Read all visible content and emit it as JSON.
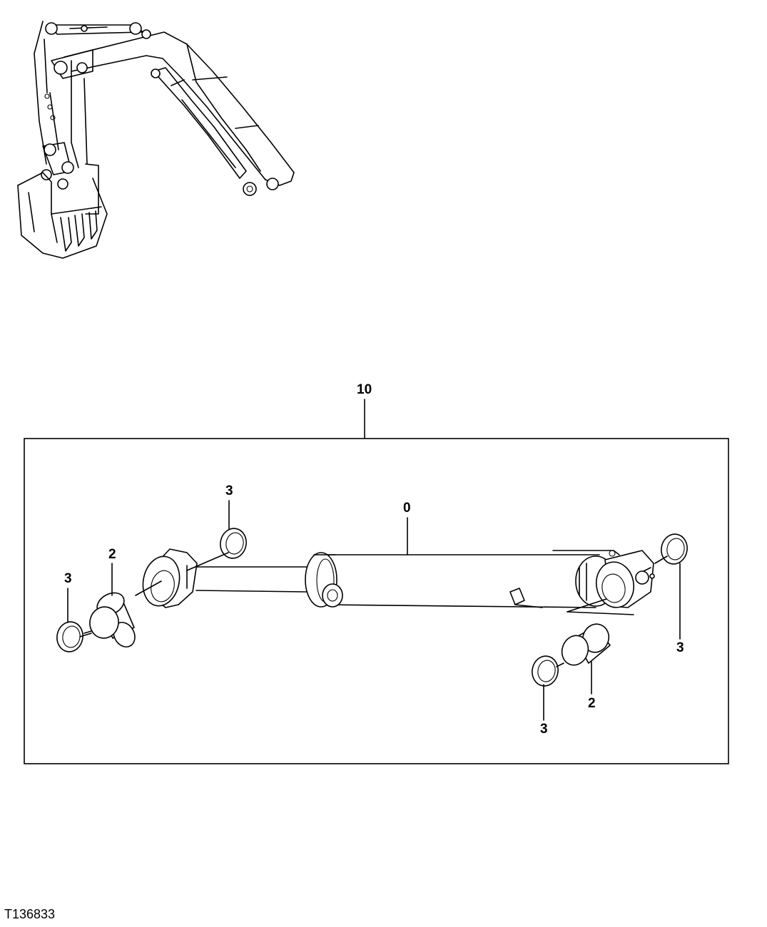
{
  "callouts": {
    "assembly": "10",
    "cylinder": "0",
    "bushing_left": "2",
    "bushing_right": "2",
    "seal_left_outer": "3",
    "seal_left_upper": "3",
    "seal_right_upper": "3",
    "seal_right_lower": "3"
  },
  "figure_id": "T136833"
}
